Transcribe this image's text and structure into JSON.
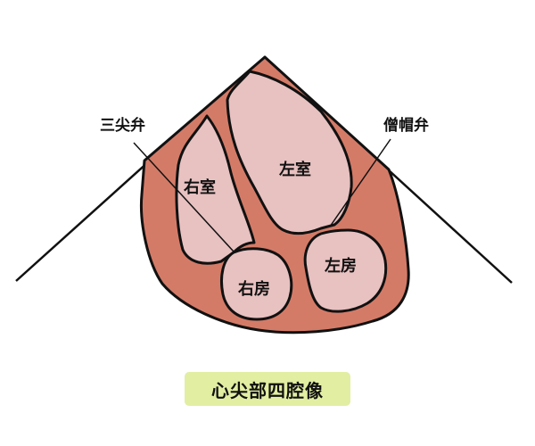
{
  "labels": {
    "right_ventricle": "右室",
    "left_ventricle": "左室",
    "right_atrium": "右房",
    "left_atrium": "左房",
    "tricuspid_valve": "三尖弁",
    "mitral_valve": "僧帽弁"
  },
  "caption": "心尖部四腔像",
  "colors": {
    "muscle": "#d47b68",
    "chamber": "#e8c1c1",
    "outline": "#111111",
    "caption_bg": "#e2eea2"
  }
}
